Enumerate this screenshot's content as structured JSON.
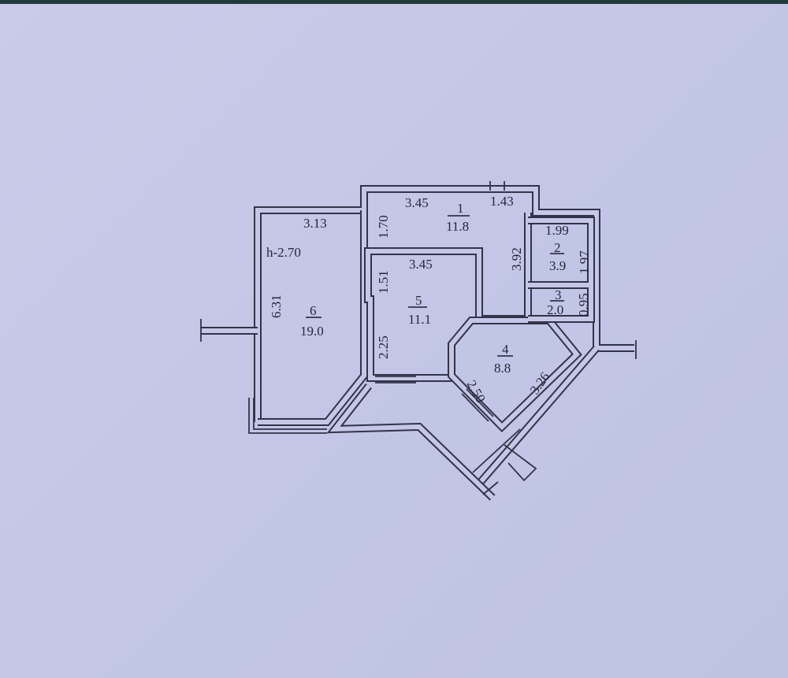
{
  "ceiling_height": "h-2.70",
  "rooms": [
    {
      "number": "1",
      "area": "11.8",
      "dims": [
        "3.45",
        "1.43",
        "1.70",
        "3.92"
      ]
    },
    {
      "number": "2",
      "area": "3.9",
      "dims": [
        "1.99",
        "1.97"
      ]
    },
    {
      "number": "3",
      "area": "2.0",
      "dims": [
        "0.95"
      ]
    },
    {
      "number": "4",
      "area": "8.8",
      "dims": [
        "2.50",
        "3.26"
      ]
    },
    {
      "number": "5",
      "area": "11.1",
      "dims": [
        "3.45",
        "1.51",
        "2.25"
      ]
    },
    {
      "number": "6",
      "area": "19.0",
      "dims": [
        "3.13",
        "6.31"
      ]
    }
  ],
  "colors": {
    "background": "#c4c7e6",
    "lines": "#33334a",
    "top_bar": "#1f3b3b"
  }
}
